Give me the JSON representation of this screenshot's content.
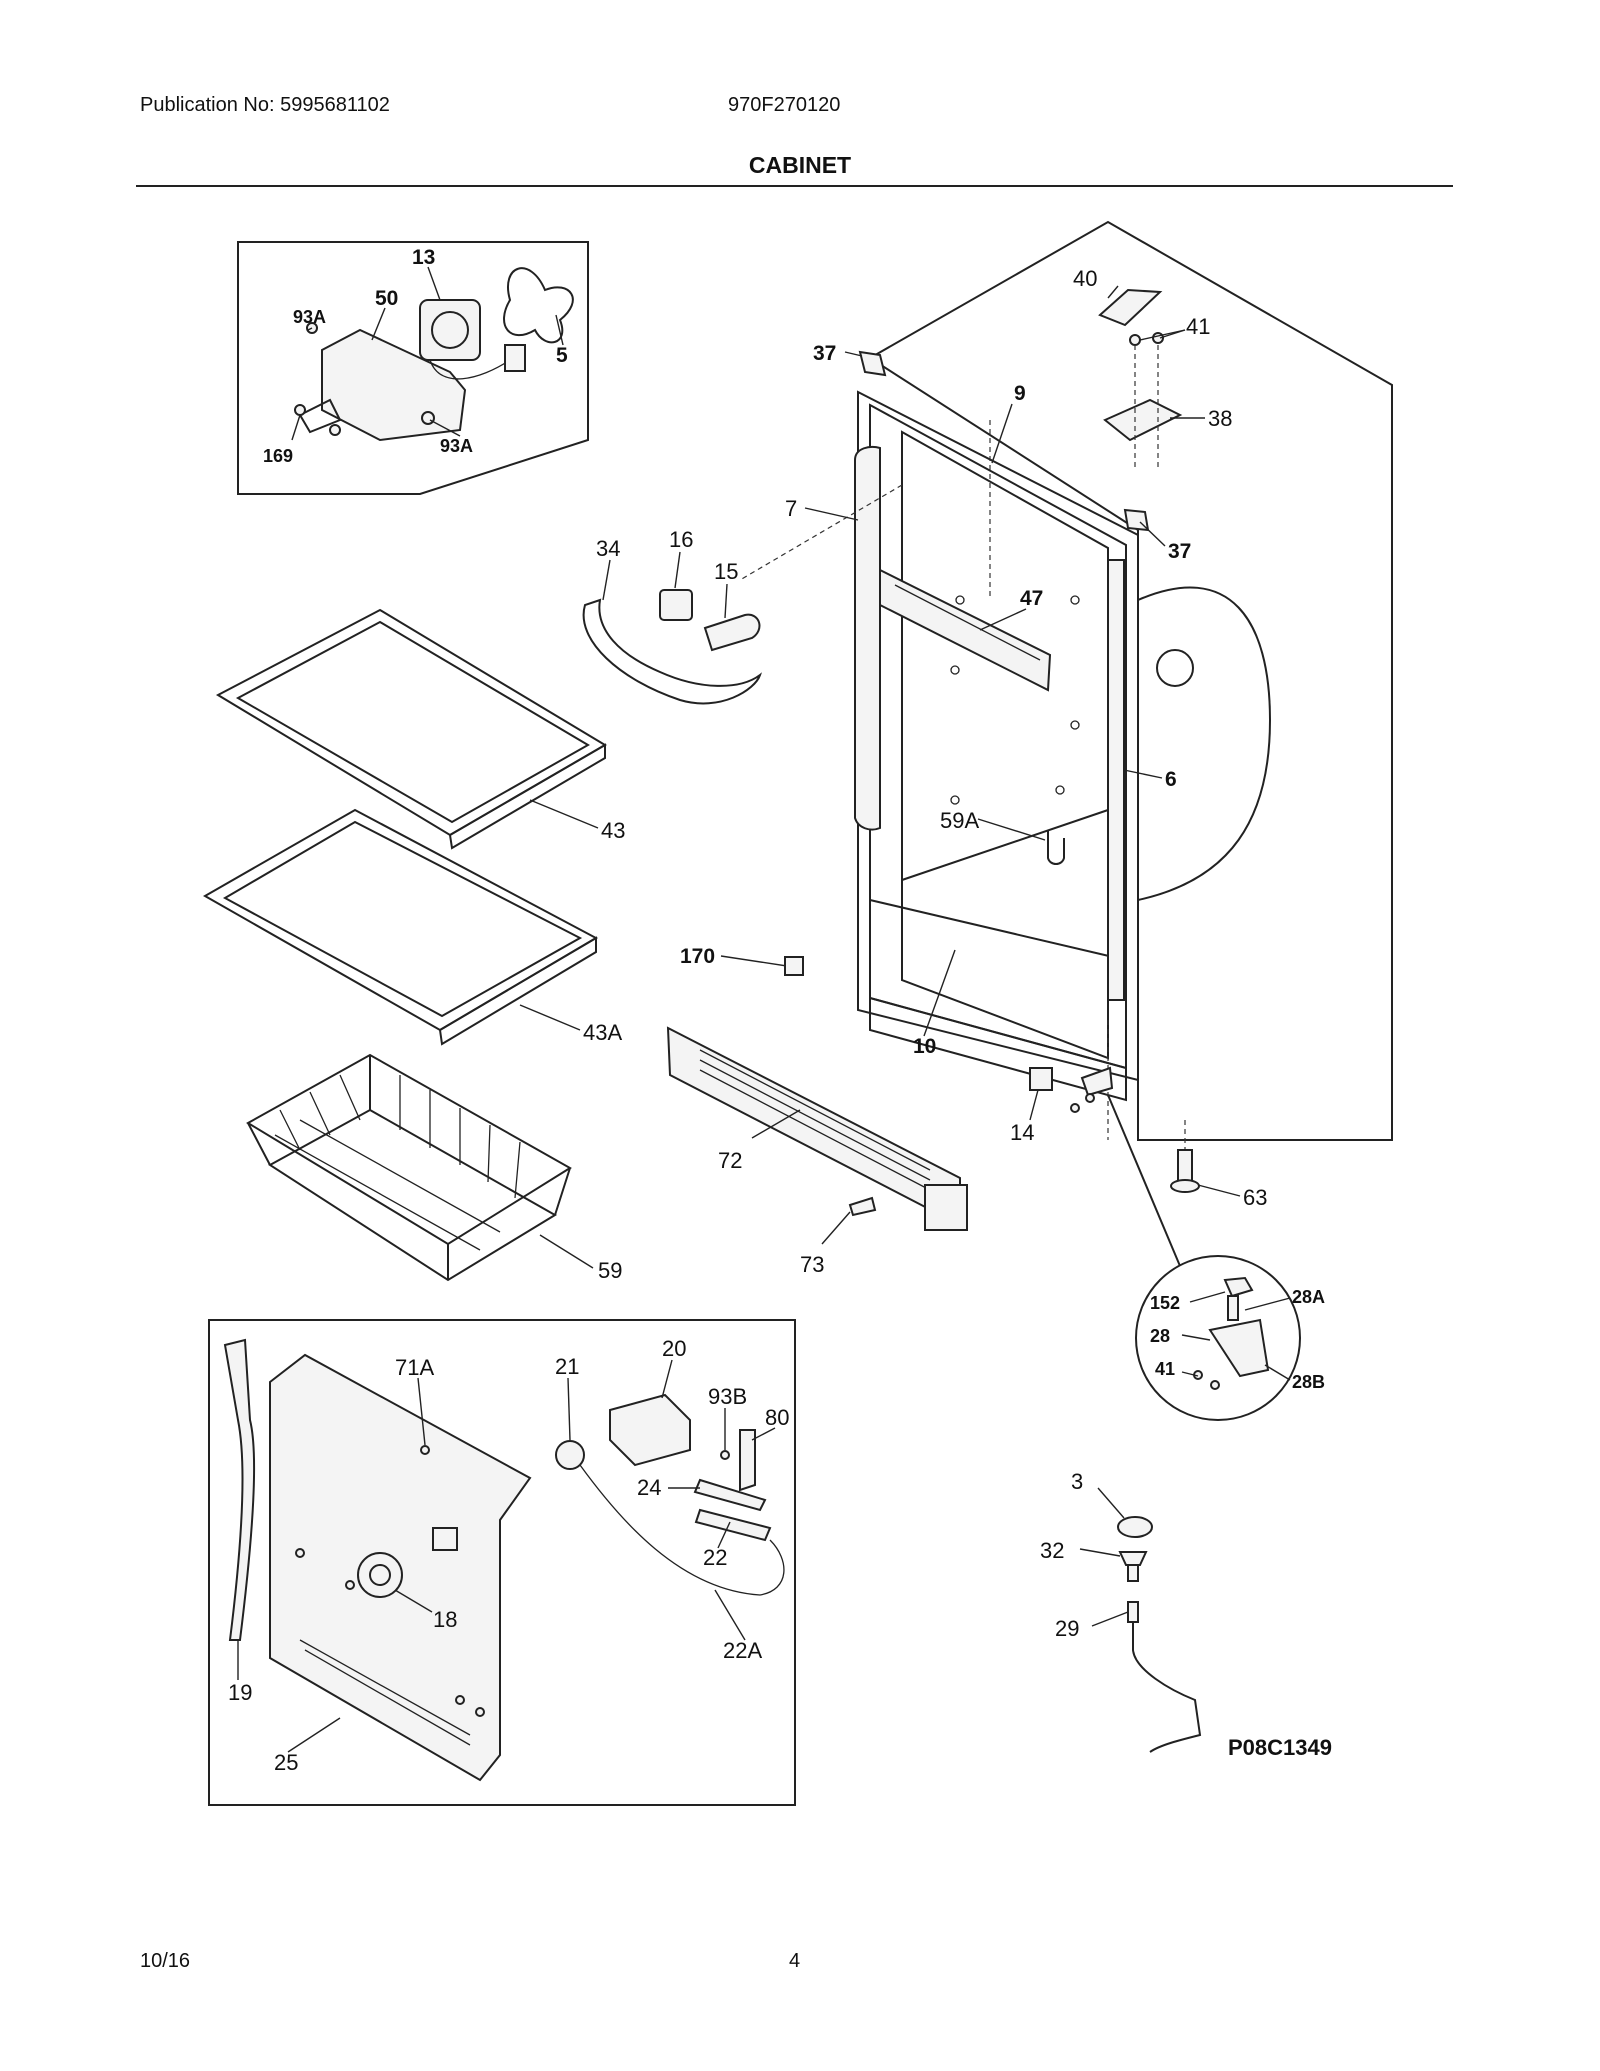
{
  "header": {
    "publication": "Publication No: 5995681102",
    "model": "970F270120",
    "title": "CABINET"
  },
  "footer": {
    "date": "10/16",
    "page": "4"
  },
  "diagram": {
    "code": "P08C1349",
    "callouts": {
      "c13": "13",
      "c93a_1": "93A",
      "c50": "50",
      "c5": "5",
      "c169": "169",
      "c93a_2": "93A",
      "c40": "40",
      "c41_top": "41",
      "c38": "38",
      "c37_left": "37",
      "c37_right": "37",
      "c9": "9",
      "c7": "7",
      "c34": "34",
      "c16": "16",
      "c15": "15",
      "c47": "47",
      "c6": "6",
      "c59a": "59A",
      "c43": "43",
      "c43a": "43A",
      "c170": "170",
      "c10": "10",
      "c14": "14",
      "c63": "63",
      "c72": "72",
      "c73": "73",
      "c59": "59",
      "c152": "152",
      "c28a": "28A",
      "c28": "28",
      "c41_hinge": "41",
      "c28b": "28B",
      "c71a": "71A",
      "c21": "21",
      "c20": "20",
      "c93b": "93B",
      "c80": "80",
      "c24": "24",
      "c22": "22",
      "c18": "18",
      "c22a": "22A",
      "c19": "19",
      "c25": "25",
      "c3": "3",
      "c32": "32",
      "c29": "29"
    }
  }
}
